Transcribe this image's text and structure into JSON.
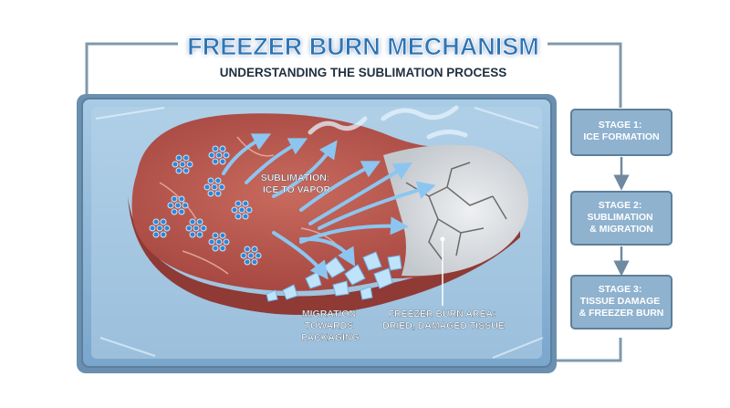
{
  "header": {
    "title": "FREEZER BURN MECHANISM",
    "subtitle": "UNDERSTANDING THE SUBLIMATION PROCESS"
  },
  "labels": {
    "sublimation": [
      "SUBLIMATION:",
      "ICE TO VAPOR"
    ],
    "migration": [
      "MIGRATION",
      "TOWARDS",
      "PACKAGING"
    ],
    "burn_area": [
      "FREEZER BURN AREA:",
      "DRIED, DAMAGED TISSUE"
    ]
  },
  "stages": [
    {
      "lines": [
        "STAGE 1:",
        "ICE FORMATION"
      ]
    },
    {
      "lines": [
        "STAGE 2:",
        "SUBLIMATION",
        "& MIGRATION"
      ]
    },
    {
      "lines": [
        "STAGE 3:",
        "TISSUE DAMAGE",
        "& FREEZER BURN"
      ]
    }
  ],
  "colors": {
    "title": "#1f5f9c",
    "frame": "#7f99ad",
    "package_blue": "#8fb8d9",
    "meat_red": "#b8574f",
    "burn_gray": "#d9dcdf",
    "arrow_blue": "#7ab8e8",
    "stage_box": "#8fb2cf",
    "stage_text": "#ffffff"
  }
}
